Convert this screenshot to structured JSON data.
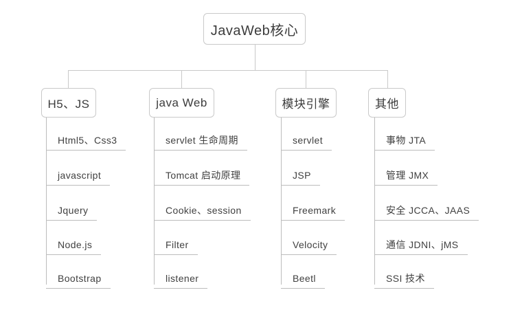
{
  "diagram": {
    "type": "tree-mindmap",
    "root": {
      "label": "JavaWeb核心"
    },
    "branches": [
      {
        "label": "H5、JS",
        "items": [
          {
            "label": "Html5、Css3"
          },
          {
            "label": "javascript"
          },
          {
            "label": "Jquery"
          },
          {
            "label": "Node.js"
          },
          {
            "label": "Bootstrap"
          }
        ]
      },
      {
        "label": "java Web",
        "items": [
          {
            "label": "servlet  生命周期"
          },
          {
            "label": "Tomcat  启动原理"
          },
          {
            "label": "Cookie、session"
          },
          {
            "label": "Filter"
          },
          {
            "label": "listener"
          }
        ]
      },
      {
        "label": "模块引擎",
        "items": [
          {
            "label": "servlet"
          },
          {
            "label": "JSP"
          },
          {
            "label": "Freemark"
          },
          {
            "label": "Velocity"
          },
          {
            "label": "Beetl"
          }
        ]
      },
      {
        "label": "其他",
        "items": [
          {
            "label": "事物  JTA"
          },
          {
            "label": "管理  JMX"
          },
          {
            "label": "安全  JCCA、JAAS"
          },
          {
            "label": "通信  JDNI、jMS"
          },
          {
            "label": "SSI  技术"
          }
        ]
      }
    ]
  },
  "colors": {
    "background": "#ffffff",
    "line": "#c9c9c9",
    "spine": "#bcbcbc",
    "text": "#3f3f3f",
    "box_border": "#c9c9c9"
  }
}
